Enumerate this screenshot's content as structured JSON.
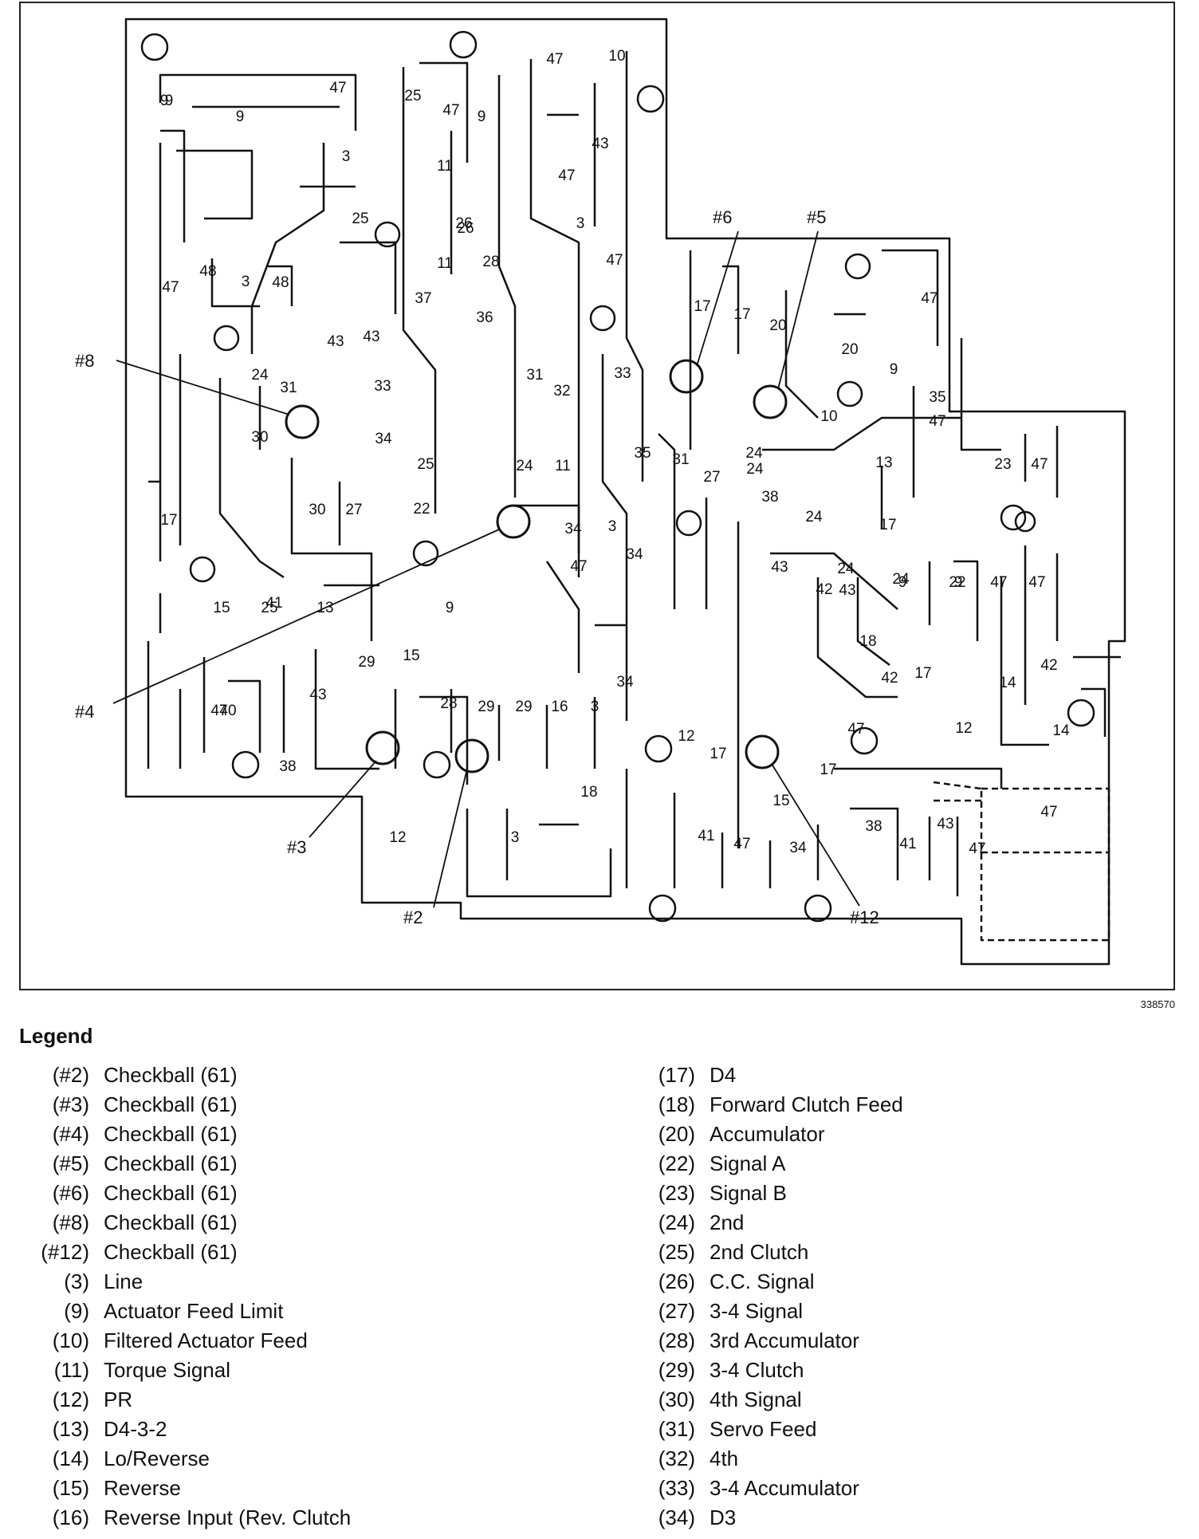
{
  "diagram": {
    "figure_id": "338570",
    "callouts": [
      "#8",
      "#6",
      "#5",
      "#4",
      "#3",
      "#2",
      "#12"
    ],
    "passage_numbers": [
      "9",
      "47",
      "10",
      "9",
      "9",
      "25",
      "47",
      "9",
      "47",
      "43",
      "47",
      "3",
      "11",
      "26",
      "25",
      "3",
      "11",
      "26",
      "28",
      "47",
      "48",
      "3",
      "48",
      "47",
      "37",
      "36",
      "43",
      "43",
      "47",
      "17",
      "17",
      "20",
      "20",
      "9",
      "24",
      "31",
      "33",
      "31",
      "32",
      "33",
      "35",
      "10",
      "47",
      "17",
      "30",
      "34",
      "25",
      "24",
      "11",
      "35",
      "31",
      "24",
      "27",
      "24",
      "13",
      "23",
      "47",
      "30",
      "27",
      "22",
      "34",
      "3",
      "34",
      "38",
      "24",
      "17",
      "47",
      "24",
      "15",
      "13",
      "41",
      "43",
      "24",
      "9",
      "22",
      "47",
      "47",
      "25",
      "9",
      "42",
      "43",
      "29",
      "15",
      "18",
      "42",
      "17",
      "14",
      "42",
      "9",
      "47",
      "43",
      "28",
      "29",
      "29",
      "16",
      "3",
      "34",
      "12",
      "17",
      "12",
      "14",
      "47",
      "40",
      "38",
      "18",
      "17",
      "15",
      "12",
      "3",
      "41",
      "47",
      "34",
      "38",
      "41",
      "43",
      "47",
      "47"
    ]
  },
  "legend": {
    "title": "Legend",
    "left": [
      {
        "code": "(#2)",
        "label": "Checkball (61)"
      },
      {
        "code": "(#3)",
        "label": "Checkball (61)"
      },
      {
        "code": "(#4)",
        "label": "Checkball (61)"
      },
      {
        "code": "(#5)",
        "label": "Checkball (61)"
      },
      {
        "code": "(#6)",
        "label": "Checkball (61)"
      },
      {
        "code": "(#8)",
        "label": "Checkball (61)"
      },
      {
        "code": "(#12)",
        "label": "Checkball (61)"
      },
      {
        "code": "(3)",
        "label": "Line"
      },
      {
        "code": "(9)",
        "label": "Actuator Feed Limit"
      },
      {
        "code": "(10)",
        "label": "Filtered Actuator Feed"
      },
      {
        "code": "(11)",
        "label": "Torque Signal"
      },
      {
        "code": "(12)",
        "label": "PR"
      },
      {
        "code": "(13)",
        "label": "D4-3-2"
      },
      {
        "code": "(14)",
        "label": "Lo/Reverse"
      },
      {
        "code": "(15)",
        "label": "Reverse"
      },
      {
        "code": "(16)",
        "label": "Reverse Input (Rev. Clutch"
      }
    ],
    "right": [
      {
        "code": "(17)",
        "label": "D4"
      },
      {
        "code": "(18)",
        "label": "Forward Clutch Feed"
      },
      {
        "code": "(20)",
        "label": "Accumulator"
      },
      {
        "code": "(22)",
        "label": "Signal A"
      },
      {
        "code": "(23)",
        "label": "Signal B"
      },
      {
        "code": "(24)",
        "label": "2nd"
      },
      {
        "code": "(25)",
        "label": "2nd Clutch"
      },
      {
        "code": "(26)",
        "label": "C.C. Signal"
      },
      {
        "code": "(27)",
        "label": "3-4 Signal"
      },
      {
        "code": "(28)",
        "label": "3rd Accumulator"
      },
      {
        "code": "(29)",
        "label": "3-4 Clutch"
      },
      {
        "code": "(30)",
        "label": "4th Signal"
      },
      {
        "code": "(31)",
        "label": "Servo Feed"
      },
      {
        "code": "(32)",
        "label": "4th"
      },
      {
        "code": "(33)",
        "label": "3-4 Accumulator"
      },
      {
        "code": "(34)",
        "label": "D3"
      }
    ]
  }
}
